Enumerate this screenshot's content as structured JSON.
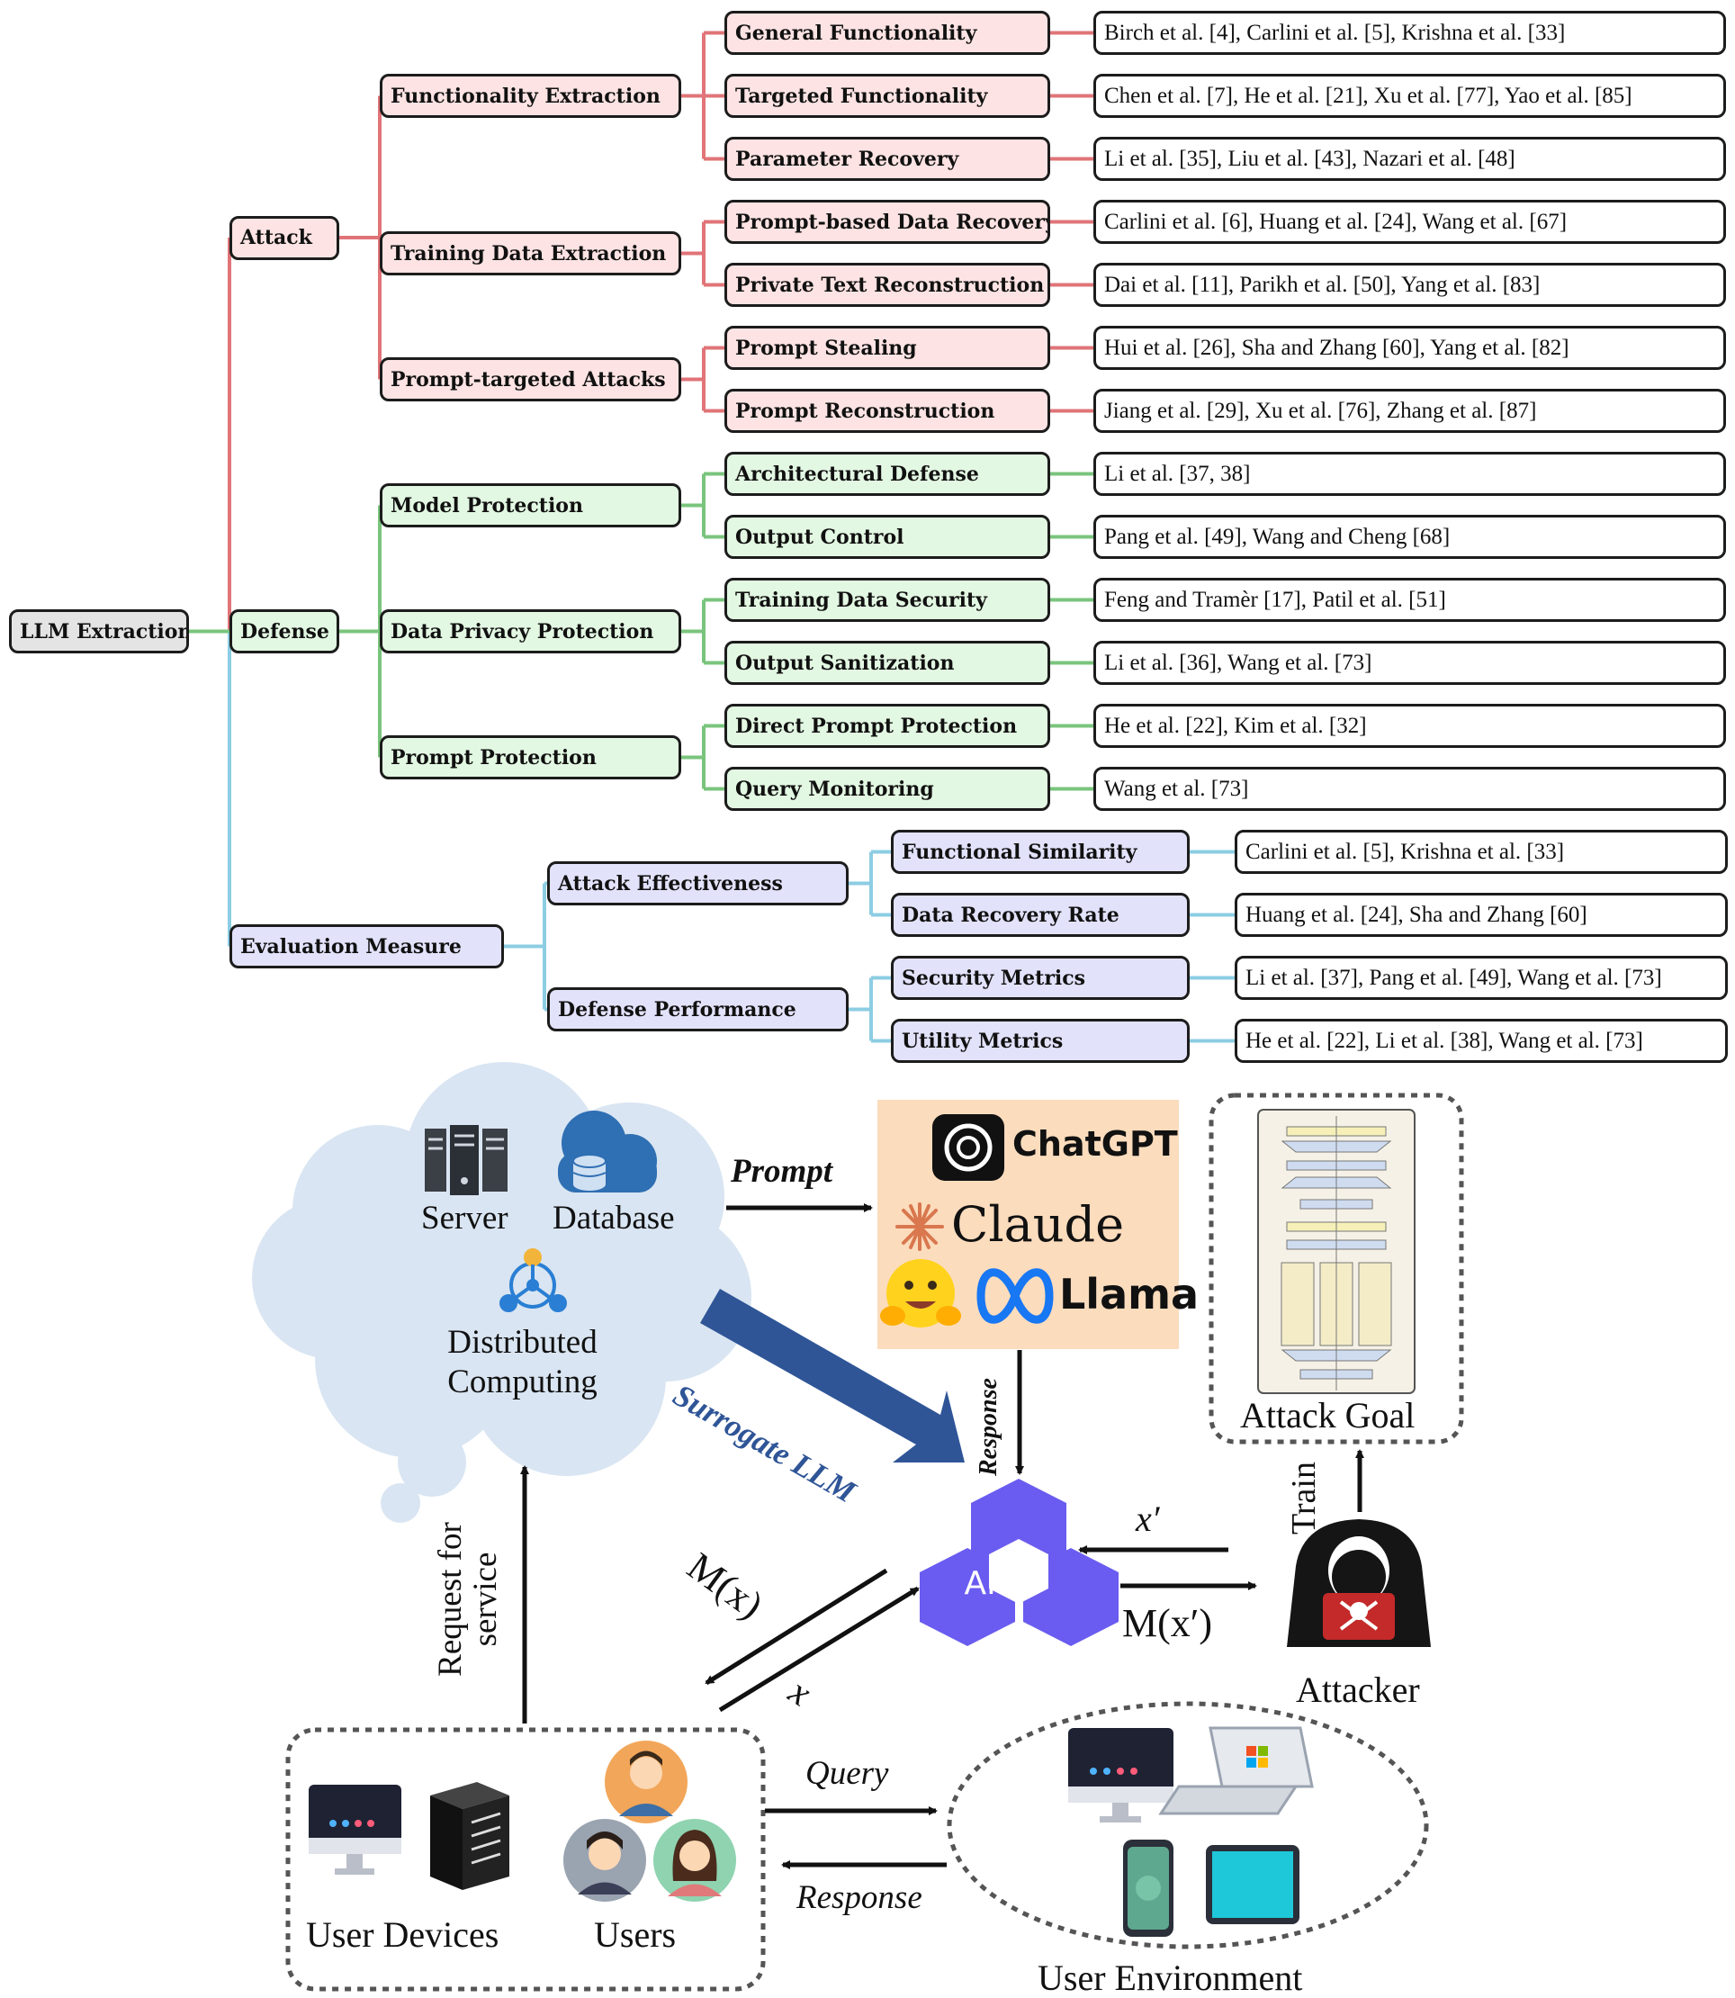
{
  "taxonomy": {
    "root": "LLM Extraction",
    "branches": [
      {
        "label": "Attack",
        "color": "#e07478",
        "fill": "#fde3e3",
        "groups": [
          {
            "label": "Functionality Extraction",
            "leaves": [
              {
                "label": "General Functionality",
                "refs": "Birch et al. [4], Carlini et al. [5], Krishna et al. [33]"
              },
              {
                "label": "Targeted Functionality",
                "refs": "Chen et al. [7], He et al. [21], Xu et al. [77], Yao et al. [85]"
              },
              {
                "label": "Parameter Recovery",
                "refs": "Li et al. [35], Liu et al. [43], Nazari et al. [48]"
              }
            ]
          },
          {
            "label": "Training Data Extraction",
            "leaves": [
              {
                "label": "Prompt-based Data Recovery",
                "refs": "Carlini et al. [6], Huang et al. [24], Wang et al. [67]"
              },
              {
                "label": "Private Text Reconstruction",
                "refs": "Dai et al. [11], Parikh et al. [50], Yang et al. [83]"
              }
            ]
          },
          {
            "label": "Prompt-targeted Attacks",
            "leaves": [
              {
                "label": "Prompt Stealing",
                "refs": "Hui et al. [26], Sha and Zhang [60], Yang et al. [82]"
              },
              {
                "label": "Prompt Reconstruction",
                "refs": "Jiang et al. [29], Xu et al. [76], Zhang et al. [87]"
              }
            ]
          }
        ]
      },
      {
        "label": "Defense",
        "color": "#79c47c",
        "fill": "#e3f8e3",
        "groups": [
          {
            "label": "Model Protection",
            "leaves": [
              {
                "label": "Architectural Defense",
                "refs": "Li et al. [37, 38]"
              },
              {
                "label": "Output Control",
                "refs": "Pang et al. [49], Wang and Cheng [68]"
              }
            ]
          },
          {
            "label": "Data Privacy Protection",
            "leaves": [
              {
                "label": "Training Data Security",
                "refs": "Feng and Tramèr [17], Patil et al. [51]"
              },
              {
                "label": "Output Sanitization",
                "refs": "Li et al. [36], Wang et al. [73]"
              }
            ]
          },
          {
            "label": "Prompt Protection",
            "leaves": [
              {
                "label": "Direct Prompt Protection",
                "refs": "He et al. [22], Kim et al. [32]"
              },
              {
                "label": "Query Monitoring",
                "refs": "Wang et al. [73]"
              }
            ]
          }
        ]
      },
      {
        "label": "Evaluation Measure",
        "color": "#8ccde3",
        "fill": "#e2e2fb",
        "groups": [
          {
            "label": "Attack Effectiveness",
            "leaves": [
              {
                "label": "Functional Similarity",
                "refs": "Carlini et al. [5], Krishna et al. [33]"
              },
              {
                "label": "Data Recovery Rate",
                "refs": "Huang et al. [24], Sha and Zhang [60]"
              }
            ]
          },
          {
            "label": "Defense Performance",
            "leaves": [
              {
                "label": "Security Metrics",
                "refs": "Li et al. [37], Pang et al. [49], Wang et al. [73]"
              },
              {
                "label": "Utility Metrics",
                "refs": "He et al. [22], Li et al. [38], Wang et al. [73]"
              }
            ]
          }
        ]
      }
    ]
  },
  "scenario": {
    "cloud": {
      "server": "Server",
      "database": "Database",
      "distributed": "Distributed Computing"
    },
    "models": {
      "chatgpt": "ChatGPT",
      "claude": "Claude",
      "llama": "Llama"
    },
    "api": "API",
    "attack_goal": "Attack Goal",
    "attacker": "Attacker",
    "user_devices": "User Devices",
    "users": "Users",
    "user_environment": "User Environment",
    "arrows": {
      "prompt": "Prompt",
      "surrogate": "Surrogate LLM",
      "response_vertical": "Response",
      "train": "Train",
      "request_for_service": "Request for service",
      "m_x": "M(x)",
      "x": "x",
      "x_prime": "x′",
      "m_x_prime": "M(x′)",
      "query": "Query",
      "response": "Response"
    },
    "colors": {
      "accent_blue": "#2f5597",
      "api_purple": "#6a5cf0",
      "model_panel": "#fbdcbd",
      "cloud": "#d9e5f2"
    },
    "icons": [
      "server-icon",
      "database-icon",
      "distributed-computing-icon",
      "chatgpt-logo-icon",
      "claude-logo-icon",
      "hugging-face-icon",
      "meta-logo-icon",
      "api-hexagon-icon",
      "transformer-architecture-icon",
      "hacker-icon",
      "desktop-monitor-icon",
      "pc-tower-icon",
      "user-avatar-icon",
      "laptop-icon",
      "smartphone-icon",
      "tablet-icon"
    ]
  }
}
